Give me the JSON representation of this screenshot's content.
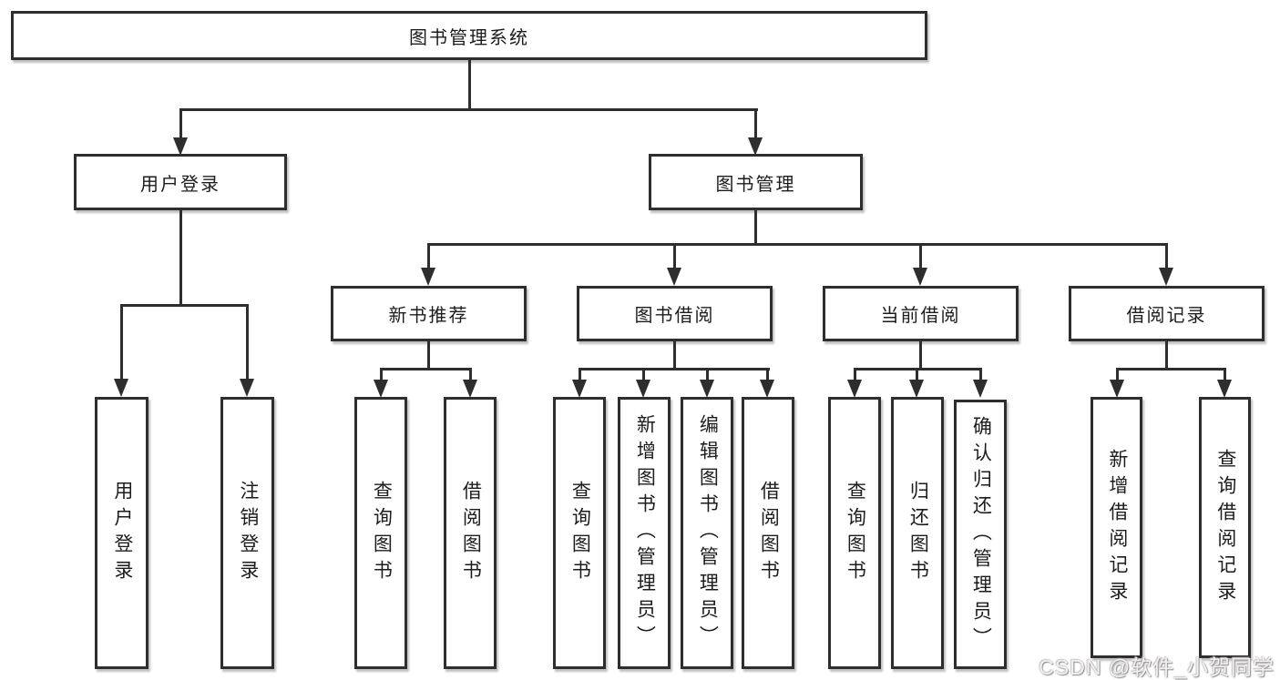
{
  "tree": {
    "root": {
      "label": "图书管理系统"
    },
    "branches": [
      {
        "label": "用户登录",
        "children": [
          {
            "label": "用户登录"
          },
          {
            "label": "注销登录"
          }
        ]
      },
      {
        "label": "图书管理",
        "children": [
          {
            "label": "新书推荐",
            "children": [
              {
                "label": "查询图书"
              },
              {
                "label": "借阅图书"
              }
            ]
          },
          {
            "label": "图书借阅",
            "children": [
              {
                "label": "查询图书"
              },
              {
                "label": "新增图书（管理员）"
              },
              {
                "label": "编辑图书（管理员）"
              },
              {
                "label": "借阅图书"
              }
            ]
          },
          {
            "label": "当前借阅",
            "children": [
              {
                "label": "查询图书"
              },
              {
                "label": "归还图书"
              },
              {
                "label": "确认归还（管理员）"
              }
            ]
          },
          {
            "label": "借阅记录",
            "children": [
              {
                "label": "新增借阅记录"
              },
              {
                "label": "查询借阅记录"
              }
            ]
          }
        ]
      }
    ]
  },
  "watermark": {
    "text": "CSDN @软件_小贺同学"
  },
  "colors": {
    "line": "#2e2e2e",
    "background": "#ffffff",
    "text": "#1c1c1c"
  }
}
